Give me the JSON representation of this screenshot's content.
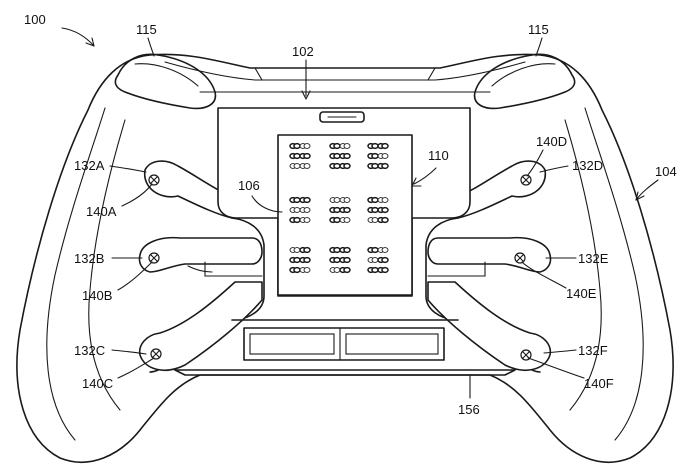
{
  "figure": {
    "labels": {
      "device": "100",
      "trigger_left": "115",
      "trigger_right": "115",
      "port": "102",
      "controller_body": "104",
      "braille_area": "106",
      "braille_module": "110",
      "paddle_a": "132A",
      "paddle_b": "132B",
      "paddle_c": "132C",
      "paddle_d": "132D",
      "paddle_e": "132E",
      "paddle_f": "132F",
      "fastener_a": "140A",
      "fastener_b": "140B",
      "fastener_c": "140C",
      "fastener_d": "140D",
      "fastener_e": "140E",
      "fastener_f": "140F",
      "base_plate": "156"
    }
  }
}
